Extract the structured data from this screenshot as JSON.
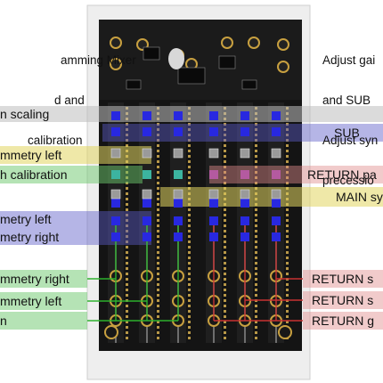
{
  "top_left_note": [
    "amming Mixer",
    "d and",
    "calibration"
  ],
  "top_right_note": [
    "Adjust gai",
    "and SUB",
    "Adjust syn",
    "precessio"
  ],
  "left_labels": [
    "n scaling",
    "mmetry left",
    "h calibration",
    "metry left",
    "metry right",
    "mmetry right",
    "mmetry left",
    "n"
  ],
  "right_labels": [
    "SUB",
    "RETURN pa",
    "MAIN sy",
    "RETURN  s",
    "RETURN  s",
    "RETURN  g"
  ],
  "colors": {
    "gray_band": "#c8c8c8",
    "blue_band": "#6e6ed2",
    "yellow_band": "#e6dc6e",
    "green_band": "#78d278",
    "red_band": "#e6a0a0",
    "pcb": "#141414",
    "panel": "#f2f2f2",
    "gold": "#c8a040"
  }
}
